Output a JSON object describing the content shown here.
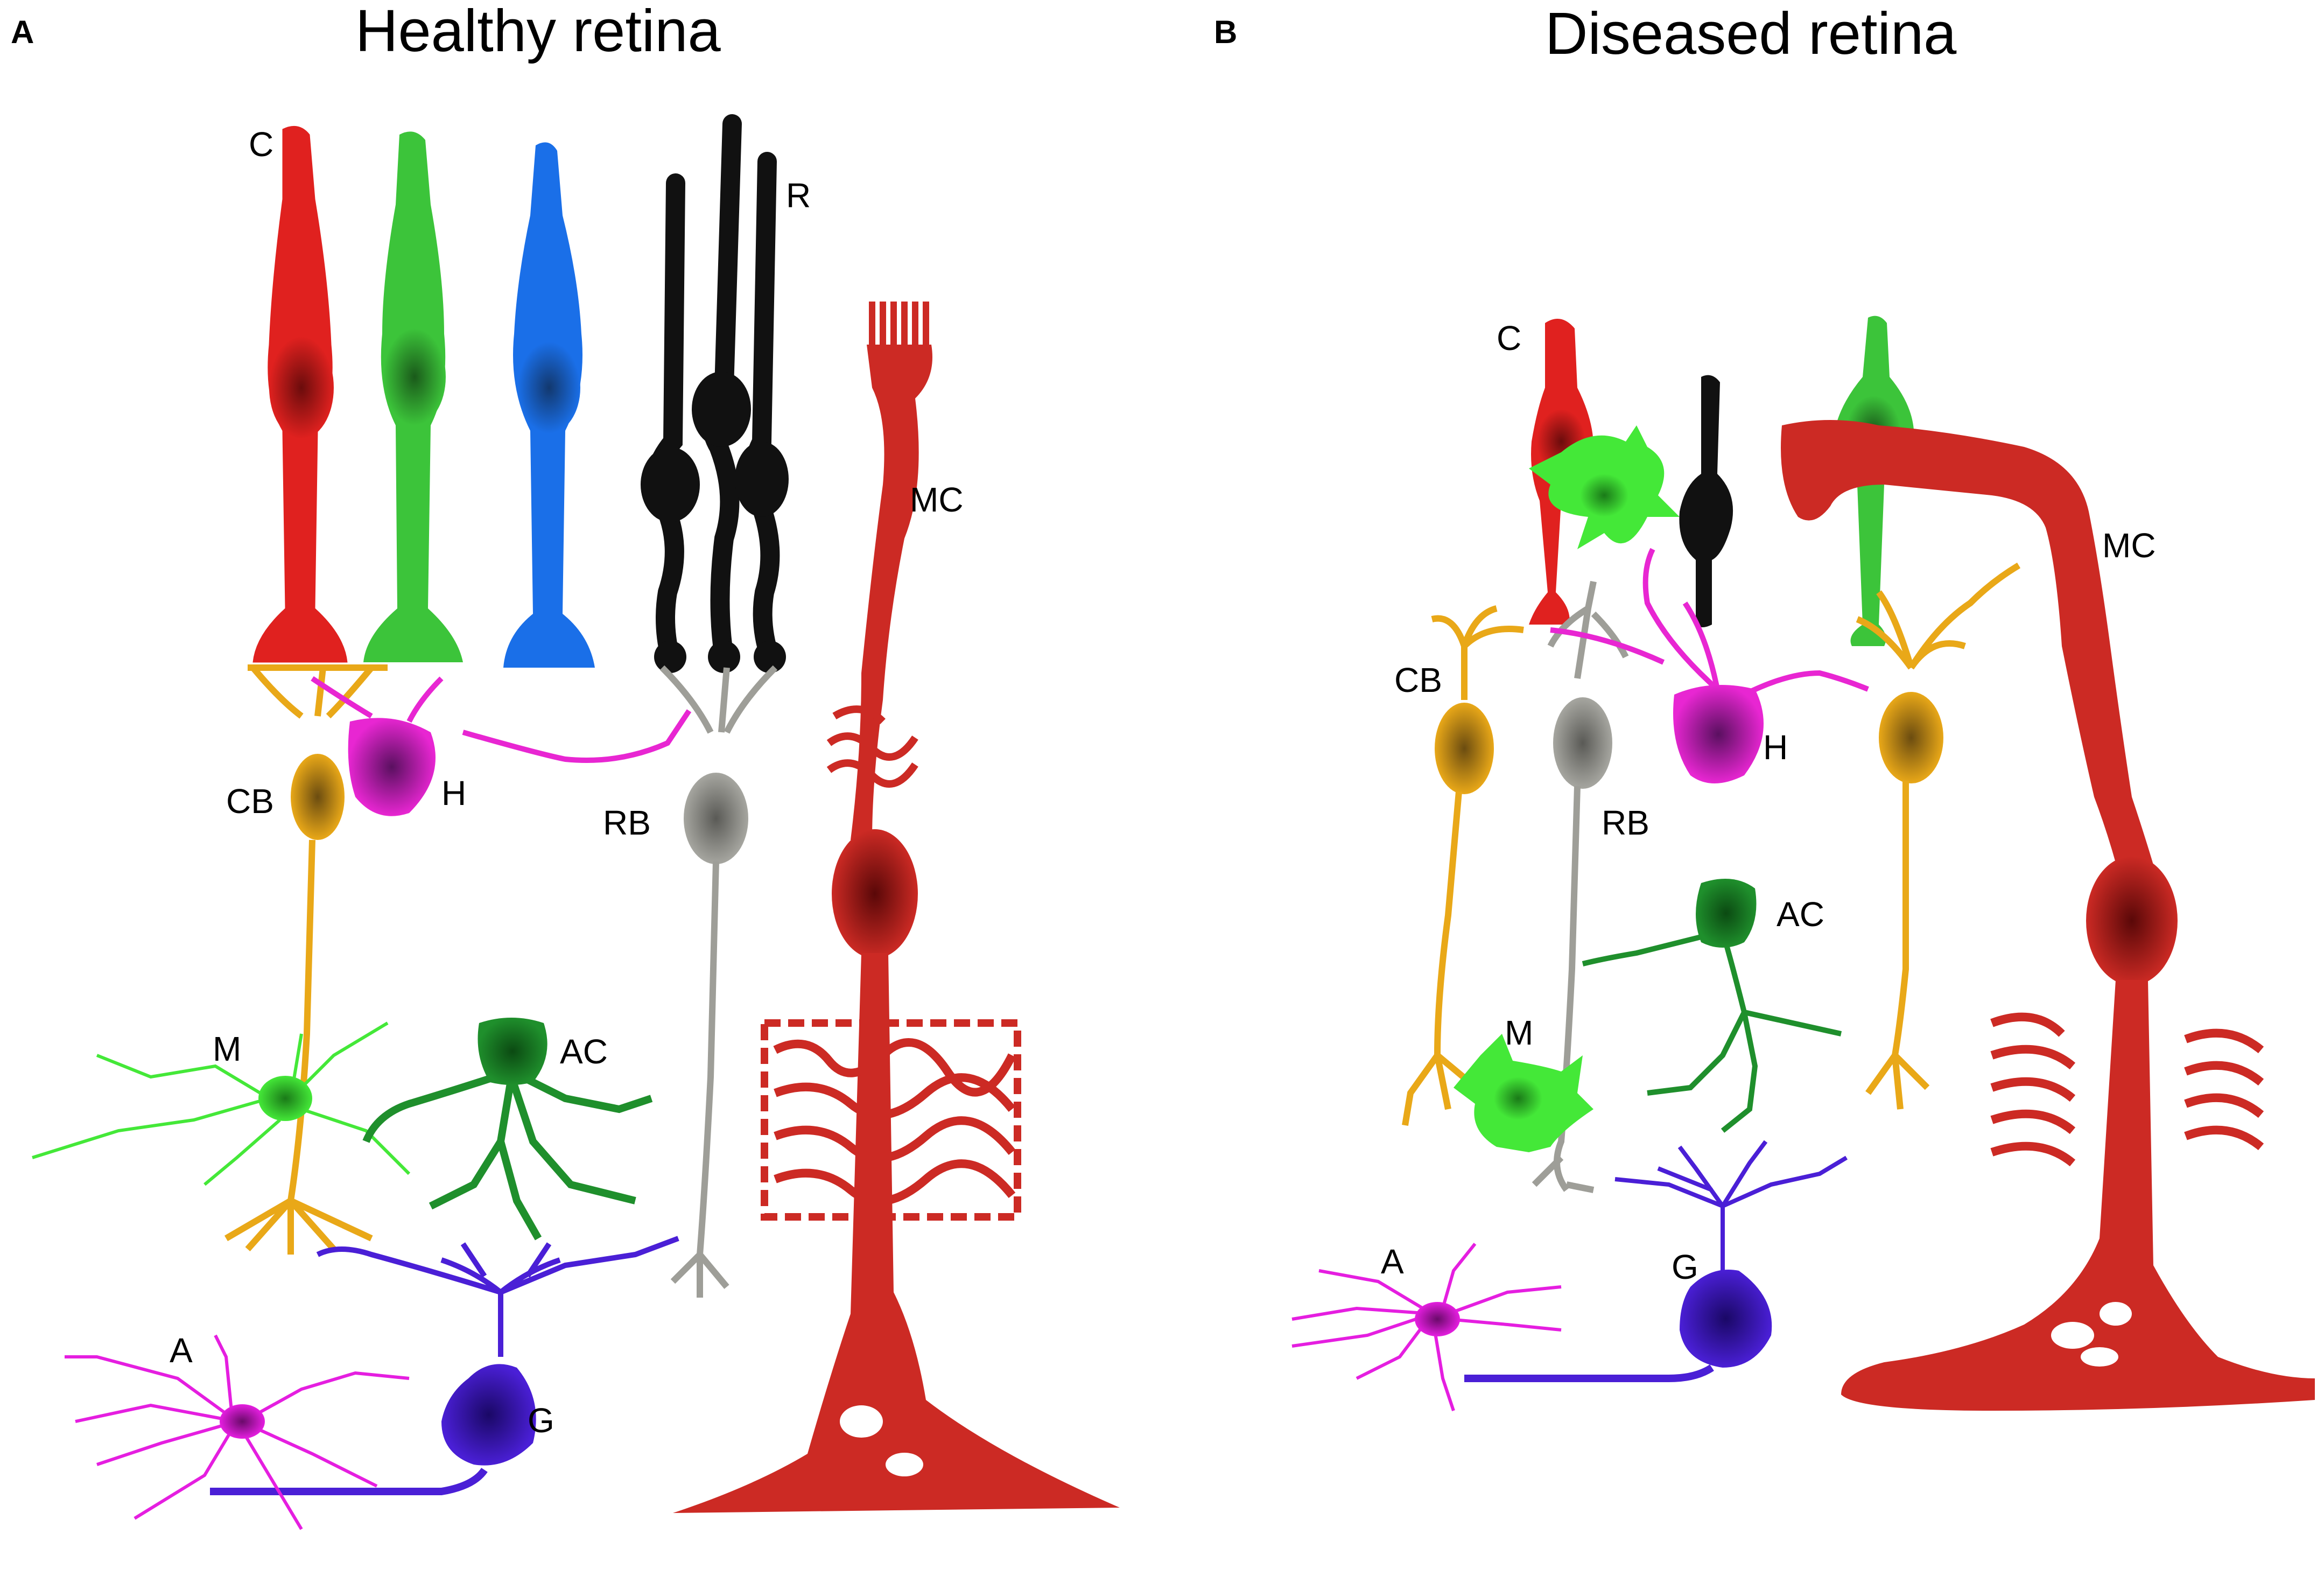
{
  "panels": {
    "a": {
      "letter": "A",
      "title": "Healthy retina",
      "labels": {
        "c": "C",
        "r": "R",
        "mc": "MC",
        "cb": "CB",
        "h": "H",
        "rb": "RB",
        "m": "M",
        "ac": "AC",
        "a": "A",
        "g": "G"
      }
    },
    "b": {
      "letter": "B",
      "title": "Diseased retina",
      "labels": {
        "c": "C",
        "mc": "MC",
        "cb": "CB",
        "h": "H",
        "rb": "RB",
        "ac": "AC",
        "m": "M",
        "a": "A",
        "g": "G"
      }
    }
  },
  "colors": {
    "red_cone": "#e0211f",
    "green_cone": "#3cc43a",
    "blue_cone": "#1a6fe8",
    "rod": "#111111",
    "muller": "#cc2a24",
    "cone_bipolar": "#e9a818",
    "horizontal": "#e826d2",
    "rod_bipolar": "#9e9e98",
    "amacrine": "#1f8f2c",
    "microglia": "#44e838",
    "ganglion": "#4a1fd6",
    "astrocyte": "#e51ee0"
  }
}
